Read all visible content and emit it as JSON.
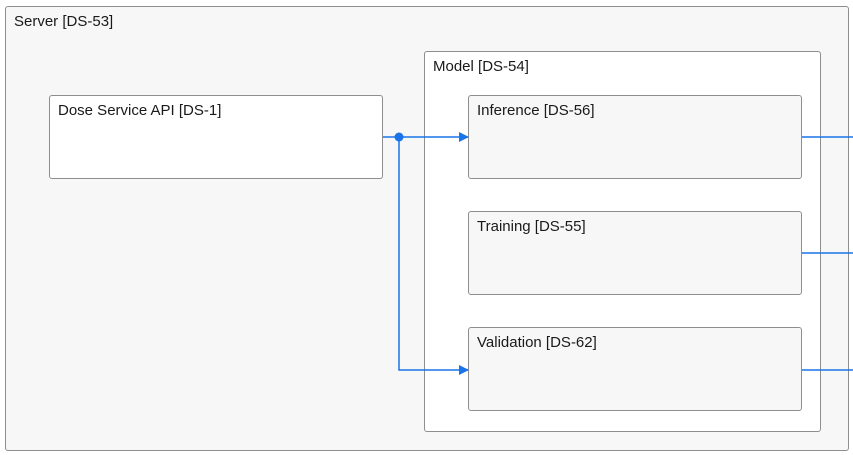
{
  "diagram": {
    "server": {
      "label": "Server [DS-53]"
    },
    "model": {
      "label": "Model [DS-54]"
    },
    "dose_api": {
      "label": "Dose Service API [DS-1]"
    },
    "inference": {
      "label": "Inference [DS-56]"
    },
    "training": {
      "label": "Training [DS-55]"
    },
    "validation": {
      "label": "Validation [DS-62]"
    }
  },
  "colors": {
    "connector": "#1a73e8",
    "border": "#8e8e8e"
  }
}
